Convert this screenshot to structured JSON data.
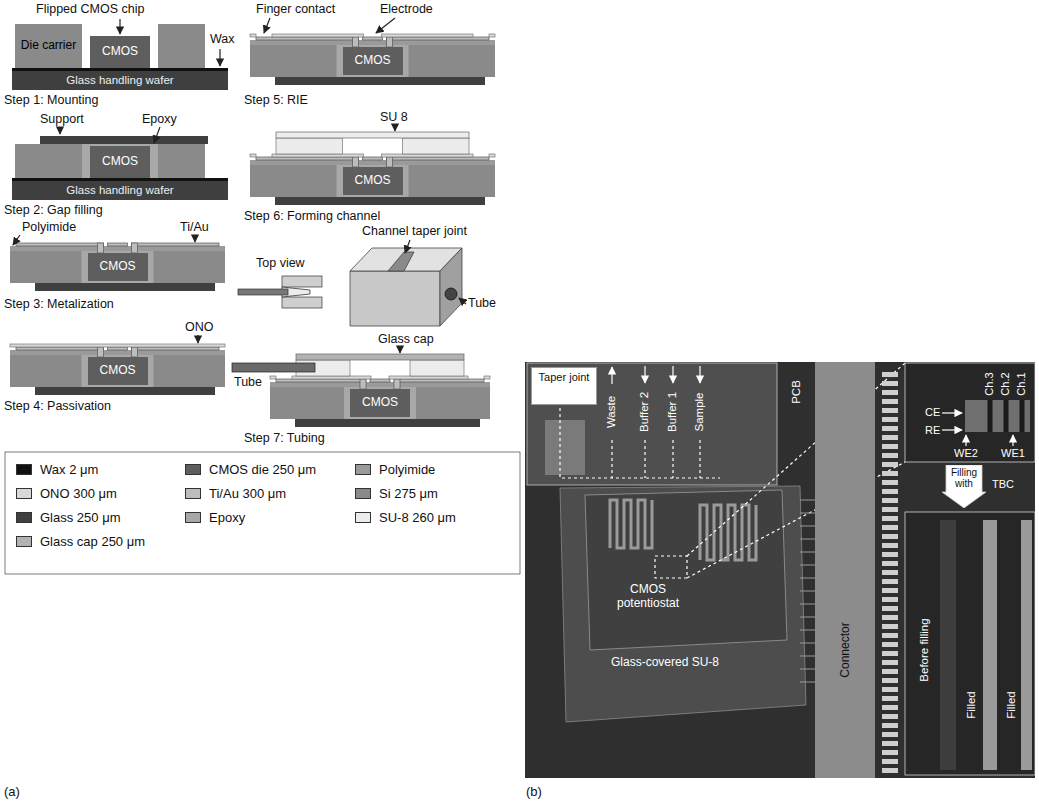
{
  "diagram": {
    "nodes": [
      {
        "text": [
          "Die carrier"
        ]
      },
      {
        "text": [
          "CMOS"
        ]
      },
      {
        "text": [
          "Glass handling wafer"
        ]
      },
      {
        "text": [
          "CMOS"
        ]
      },
      {
        "text": [
          "Glass handling wafer"
        ]
      },
      {
        "text": [
          "CMOS"
        ]
      },
      {
        "text": [
          "CMOS"
        ]
      },
      {
        "text": [
          "CMOS"
        ]
      },
      {
        "text": [
          "CMOS"
        ]
      },
      {
        "text": [
          "CMOS"
        ]
      },
      {
        "text": [
          "Taper joint"
        ]
      },
      {
        "text": [
          "Filling with"
        ]
      }
    ],
    "labels": [
      "Flipped CMOS chip",
      "Wax",
      "Step 1: Mounting",
      "Support",
      "Epoxy",
      "Step 2: Gap filling",
      "Polyimide",
      "Ti/Au",
      "Step 3: Metalization",
      "ONO",
      "Step 4: Passivation",
      "Finger contact",
      "Electrode",
      "Step 5: RIE",
      "SU 8",
      "Step 6: Forming channel",
      "Channel taper joint",
      "Top view",
      "Tube",
      "Glass cap",
      "Tube",
      "Step 7: Tubing",
      "(a)",
      "(b)",
      "Waste",
      "Buffer 2",
      "Buffer 1",
      "Sample",
      "PCB",
      "Ch.3",
      "Ch.2",
      "Ch.1",
      "CE",
      "RE",
      "WE2",
      "WE1",
      "TBC",
      "CMOS potentiostat",
      "Glass-covered SU-8",
      "Connector",
      "Before filling",
      "Filled",
      "Filled"
    ],
    "legend": [
      {
        "text": "Wax 2 μm",
        "color": "#111111"
      },
      {
        "text": "CMOS die 250 μm",
        "color": "#5e5e5e"
      },
      {
        "text": "Polyimide",
        "color": "#9a9a9a"
      },
      {
        "text": "ONO 300 μm",
        "color": "#d9d9d9"
      },
      {
        "text": "Ti/Au 300 μm",
        "color": "#bdbdbd"
      },
      {
        "text": "Si 275 μm",
        "color": "#8a8a8a"
      },
      {
        "text": "Glass 250 μm",
        "color": "#3f3f3f"
      },
      {
        "text": "Epoxy",
        "color": "#a8a8a8"
      },
      {
        "text": "SU-8 260 μm",
        "color": "#ececec"
      },
      {
        "text": "Glass cap 250 μm",
        "color": "#b3b3b3"
      }
    ]
  }
}
